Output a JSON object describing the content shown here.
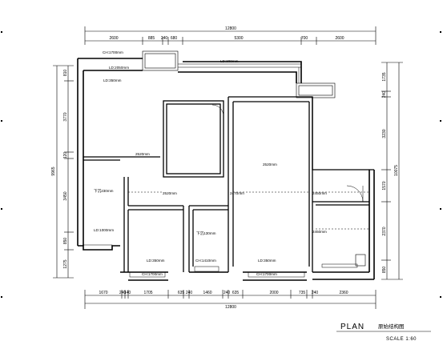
{
  "title_block": {
    "plan_label": "PLAN",
    "name": "原始结构图",
    "scale": "SCALE 1:60"
  },
  "dimensions": {
    "top_total": "12800",
    "top": [
      "2600",
      "885",
      "240",
      "680",
      "5300",
      "700",
      "2600"
    ],
    "bottom_total": "12800",
    "bottom": [
      "1670",
      "240",
      "140",
      "1705",
      "635",
      "240",
      "1460",
      "240",
      "635",
      "2000",
      "735",
      "240",
      "2360"
    ],
    "left_total": "9965",
    "left": [
      "810",
      "3770",
      "120",
      "3450",
      "850",
      "1275"
    ],
    "right_total": "10075",
    "right": [
      "1735",
      "240",
      "3230",
      "1570",
      "2370",
      "850"
    ]
  },
  "room_labels": {
    "ch_top": "CH:1700mm",
    "ld_upper_left": "LD:2050mm",
    "ld_top_right": "LD:300mm",
    "ld_left_room": "LD:350mm",
    "beam_left": "2520mm",
    "beam_center": "2520mm",
    "beam_center_bottom": "2520mm",
    "beam_mid": "2470mm",
    "beam_right": "2450mm",
    "beam_right_low": "2450mm",
    "drop_left": "下沉230mm",
    "ld_left_lower": "LD:1000mm",
    "drop_center": "下沉130mm",
    "ld_bottom_left": "LD:350mm",
    "ch_bottom_center": "CH:1410mm",
    "ld_bottom_right": "LD:350mm",
    "ch_bottom_left": "CH:1700mm",
    "ch_bottom_right": "CH:1700mm"
  }
}
